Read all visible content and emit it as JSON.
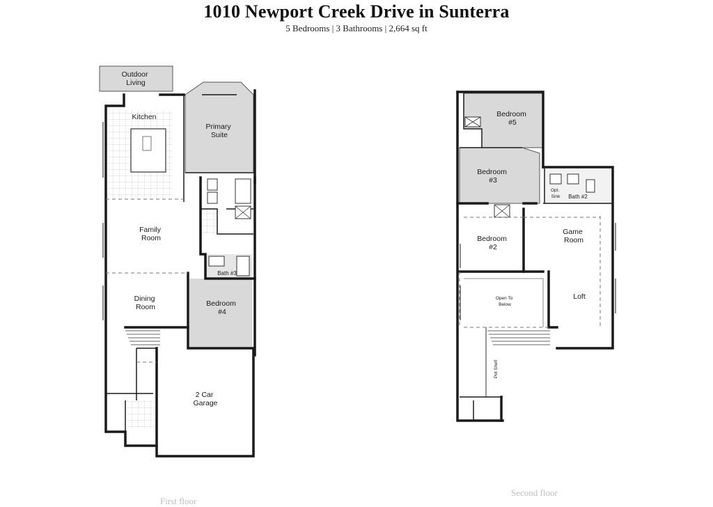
{
  "header": {
    "title": "1010 Newport Creek Drive in Sunterra",
    "subtitle": "5 Bedrooms | 3 Bathrooms | 2,664 sq ft"
  },
  "floors": {
    "first": {
      "label": "First floor",
      "rooms": {
        "outdoor_living": [
          "Outdoor",
          "Living"
        ],
        "kitchen": [
          "Kitchen"
        ],
        "primary_suite": [
          "Primary",
          "Suite"
        ],
        "family_room": [
          "Family",
          "Room"
        ],
        "dining_room": [
          "Dining",
          "Room"
        ],
        "bath3": [
          "Bath #3"
        ],
        "bedroom4": [
          "Bedroom",
          "#4"
        ],
        "garage": [
          "2 Car",
          "Garage"
        ]
      }
    },
    "second": {
      "label": "Second floor",
      "rooms": {
        "bedroom5": [
          "Bedroom",
          "#5"
        ],
        "bedroom3": [
          "Bedroom",
          "#3"
        ],
        "opt_sink": [
          "Opt.",
          "Sink"
        ],
        "bath2": [
          "Bath #2"
        ],
        "bedroom2": [
          "Bedroom",
          "#2"
        ],
        "game_room": [
          "Game",
          "Room"
        ],
        "open_to_below": [
          "Open To",
          "Below"
        ],
        "loft": [
          "Loft"
        ],
        "pot_shelf": [
          "Pot Shelf"
        ]
      }
    }
  },
  "colors": {
    "wall": "#1a1a1a",
    "shade": "#d9d9d9",
    "tile": "#cfcfcf"
  }
}
